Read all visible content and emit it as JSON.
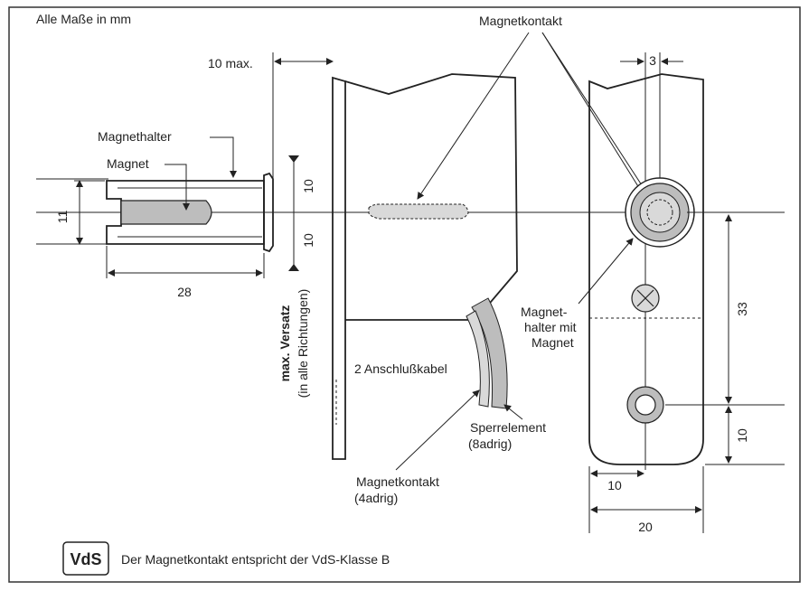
{
  "header": {
    "units_note": "Alle Maße in mm"
  },
  "labels": {
    "magnetkontakt_top": "Magnetkontakt",
    "magnethalter": "Magnethalter",
    "magnet": "Magnet",
    "ten_max": "10 max.",
    "max_versatz": "max. Versatz",
    "alle_richtungen": "(in alle Richtungen)",
    "anschlusskabel": "2 Anschlußkabel",
    "sperrelement": "Sperrelement",
    "sperrelement_adrig": "(8adrig)",
    "magnetkontakt_bottom": "Magnetkontakt",
    "magnetkontakt_adrig": "(4adrig)",
    "magnethalter_mit_1": "Magnet-",
    "magnethalter_mit_2": "halter mit",
    "magnethalter_mit_3": "Magnet"
  },
  "dimensions": {
    "d11": "11",
    "d28": "28",
    "d10_up": "10",
    "d10_down": "10",
    "d3": "3",
    "d33": "33",
    "d10_right": "10",
    "d10_bottom": "10",
    "d20": "20"
  },
  "footer": {
    "logo_text": "VdS",
    "note": "Der Magnetkontakt entspricht der VdS-Klasse B"
  }
}
